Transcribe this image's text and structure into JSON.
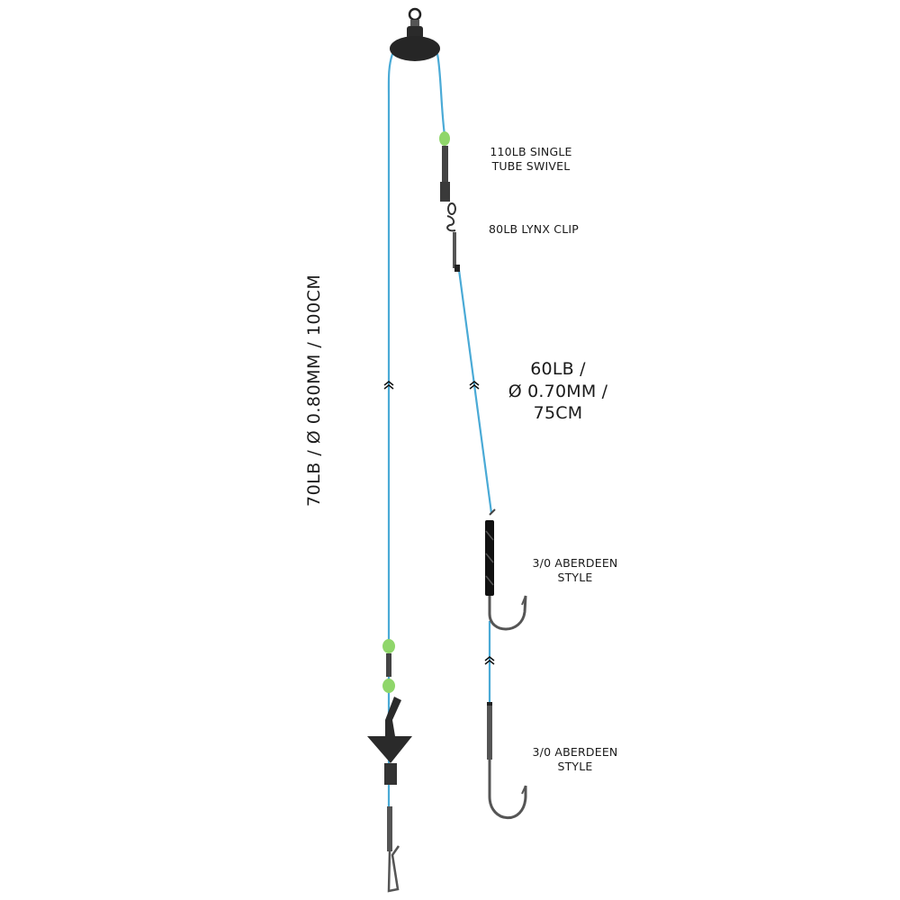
{
  "diagram": {
    "type": "fishing-rig",
    "colors": {
      "line": "#4aaad6",
      "bead": "#8fd66a",
      "metal": "#3a3a3a",
      "background": "#ffffff"
    },
    "labels": {
      "main_line": "70LB / Ø 0.80MM /  100CM",
      "swivel": [
        "110LB SINGLE",
        "TUBE SWIVEL"
      ],
      "lynx_clip": "80LB LYNX CLIP",
      "snood": [
        "60LB /",
        "Ø 0.70MM /",
        "75CM"
      ],
      "hook_upper": [
        "3/0 ABERDEEN",
        "STYLE"
      ],
      "hook_lower": [
        "3/0 ABERDEEN",
        "STYLE"
      ]
    },
    "components": [
      {
        "name": "top-swivel-weight"
      },
      {
        "name": "bead",
        "count": 3
      },
      {
        "name": "tube-swivel"
      },
      {
        "name": "lynx-clip"
      },
      {
        "name": "hook",
        "count": 2
      },
      {
        "name": "impact-shield"
      },
      {
        "name": "bottom-clip"
      }
    ]
  }
}
